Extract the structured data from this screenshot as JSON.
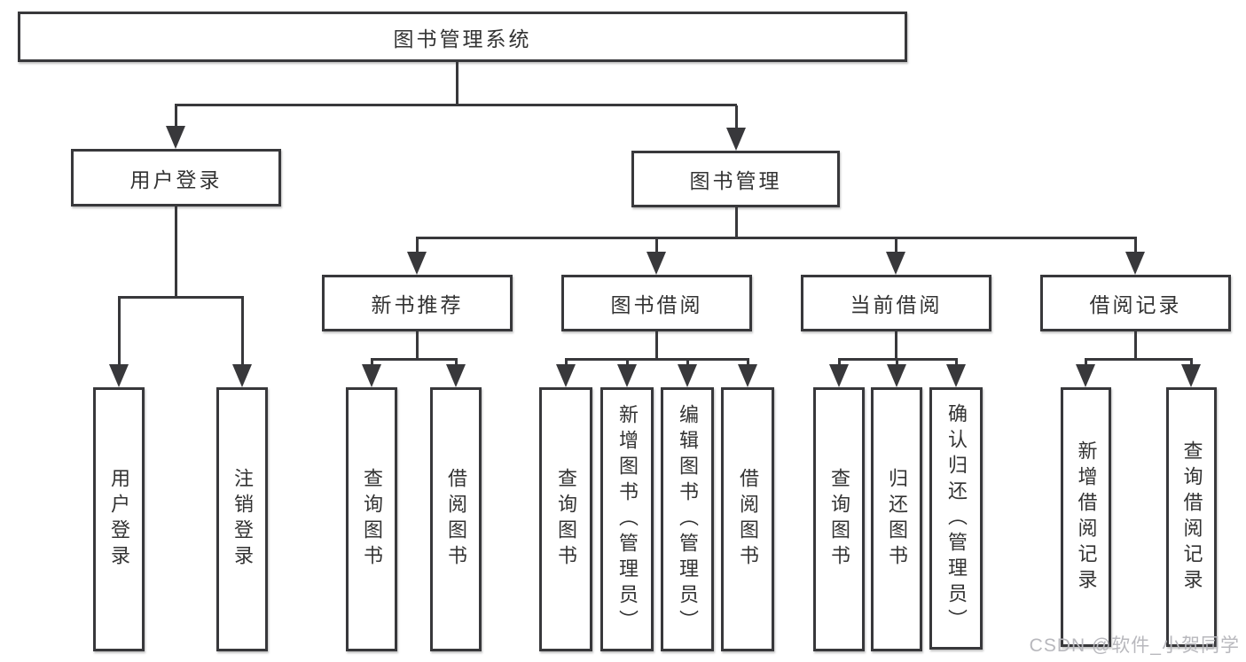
{
  "tree": {
    "label": "图书管理系统",
    "children": [
      {
        "label": "用户登录",
        "children": [
          {
            "label": "用户登录"
          },
          {
            "label": "注销登录"
          }
        ]
      },
      {
        "label": "图书管理",
        "children": [
          {
            "label": "新书推荐",
            "children": [
              {
                "label": "查询图书"
              },
              {
                "label": "借阅图书"
              }
            ]
          },
          {
            "label": "图书借阅",
            "children": [
              {
                "label": "查询图书"
              },
              {
                "label": "新增图书（管理员）"
              },
              {
                "label": "编辑图书（管理员）"
              },
              {
                "label": "借阅图书"
              }
            ]
          },
          {
            "label": "当前借阅",
            "children": [
              {
                "label": "查询图书"
              },
              {
                "label": "归还图书"
              },
              {
                "label": "确认归还（管理员）"
              }
            ]
          },
          {
            "label": "借阅记录",
            "children": [
              {
                "label": "新增借阅记录"
              },
              {
                "label": "查询借阅记录"
              }
            ]
          }
        ]
      }
    ]
  },
  "watermark": {
    "text": "CSDN @软件_小贺同学"
  },
  "colors": {
    "line": "#38383b",
    "text": "#333333",
    "box_bg": "#ffffff",
    "watermark": "#b8b8bd"
  }
}
